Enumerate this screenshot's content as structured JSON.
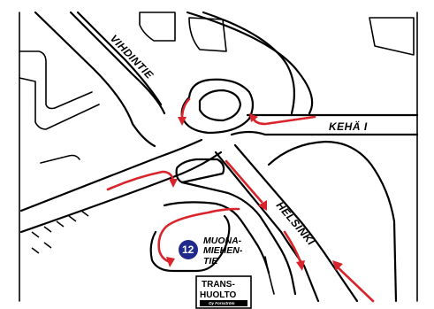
{
  "roads": {
    "vihdintie": "VIHDINTIE",
    "keha_i": "KEHÄ I",
    "helsinki": "HELSINKI"
  },
  "destination": {
    "number": "12",
    "line1": "MUONA-",
    "line2": "MIEHEN-",
    "line3": "TIE"
  },
  "logo": {
    "line1": "TRANS-",
    "line2": "HUOLTO",
    "tagline": "Oy Forsström"
  },
  "colors": {
    "route": "#d8242a",
    "badge": "#1f2a8c",
    "roads": "#000000",
    "background": "#ffffff"
  }
}
